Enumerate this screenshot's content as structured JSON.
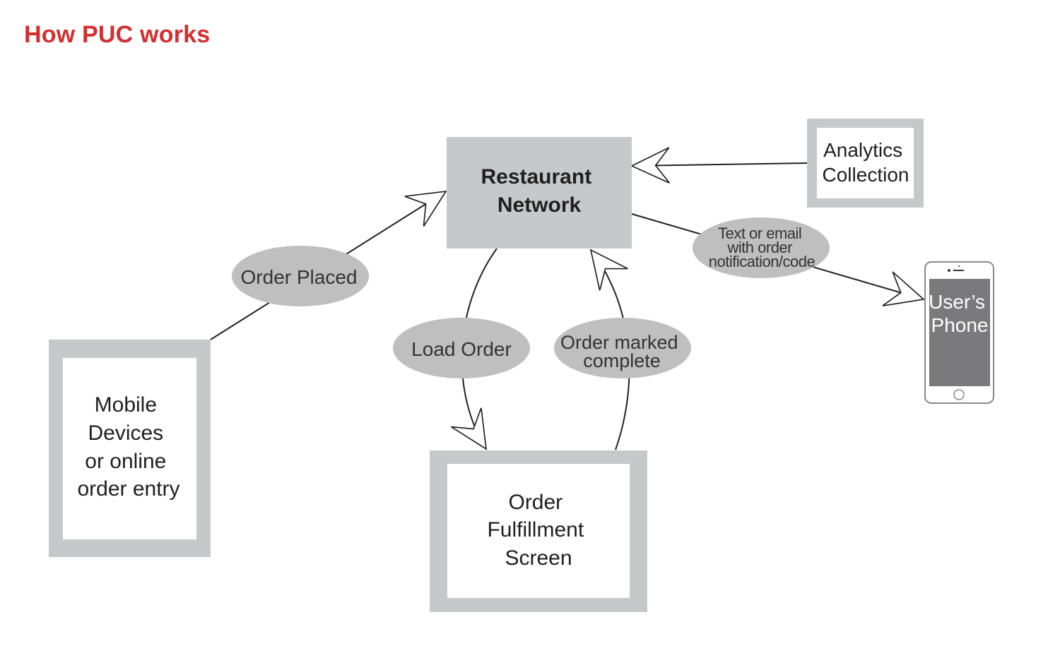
{
  "title": "How PUC works",
  "colors": {
    "title": "#d32f2f",
    "box_fill": "#c7c8ca",
    "box_inner": "#ffffff",
    "ellipse_fill": "#bfbfbf",
    "line": "#222222",
    "phone_screen": "#7a7a7c"
  },
  "nodes": {
    "restaurant_network": {
      "lines": [
        "Restaurant",
        "Network"
      ]
    },
    "analytics": {
      "lines": [
        "Analytics",
        "Collection"
      ]
    },
    "mobile": {
      "lines": [
        "Mobile",
        "Devices",
        "or online",
        "order entry"
      ]
    },
    "fulfillment": {
      "lines": [
        "Order",
        "Fulfillment",
        "Screen"
      ]
    },
    "phone": {
      "lines": [
        "User’s",
        "Phone"
      ],
      "icon": "phone-icon"
    }
  },
  "edges": {
    "order_placed": {
      "lines": [
        "Order Placed"
      ]
    },
    "load_order": {
      "lines": [
        "Load Order"
      ]
    },
    "order_complete": {
      "lines": [
        "Order marked",
        "complete"
      ]
    },
    "notification": {
      "lines": [
        "Text or email",
        "with order",
        "notification/code"
      ]
    }
  }
}
